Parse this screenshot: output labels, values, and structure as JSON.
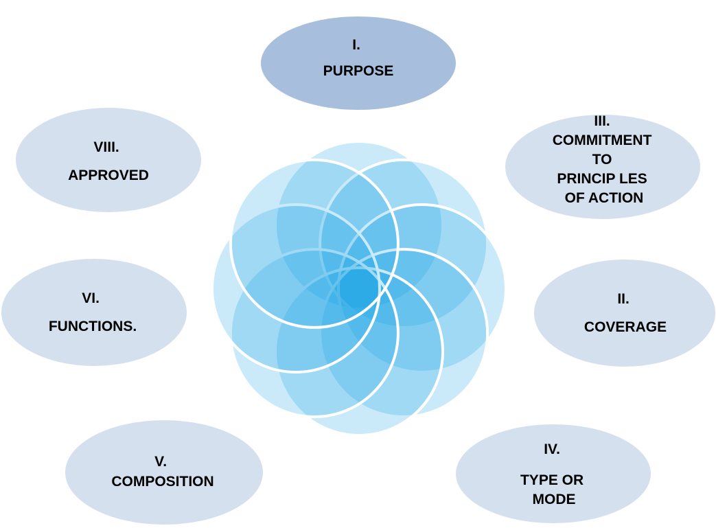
{
  "diagram": {
    "colors": {
      "highlight_fill": "#a7bfdc",
      "node_fill": "#d5e0ee",
      "rosette_fill": "#0c9fe4",
      "rosette_stroke": "#ffffff",
      "label_text": "#000000"
    },
    "center_rosette": {
      "petal_count": 8
    },
    "nodes": [
      {
        "id": "purpose",
        "highlighted": true,
        "lines": [
          "I.",
          "PURPOSE"
        ]
      },
      {
        "id": "commitment",
        "highlighted": false,
        "lines": [
          "III.",
          "COMMITMENT",
          "TO",
          "PRINCIP LES",
          "OF ACTION"
        ]
      },
      {
        "id": "coverage",
        "highlighted": false,
        "lines": [
          "II.",
          "COVERAGE"
        ]
      },
      {
        "id": "type-or-mode",
        "highlighted": false,
        "lines": [
          "IV.",
          "TYPE OR",
          "MODE"
        ]
      },
      {
        "id": "composition",
        "highlighted": false,
        "lines": [
          "V.",
          "COMPOSITION"
        ]
      },
      {
        "id": "functions",
        "highlighted": false,
        "lines": [
          "VI.",
          "FUNCTIONS."
        ]
      },
      {
        "id": "approved",
        "highlighted": false,
        "lines": [
          "VIII.",
          "APPROVED"
        ]
      }
    ]
  }
}
